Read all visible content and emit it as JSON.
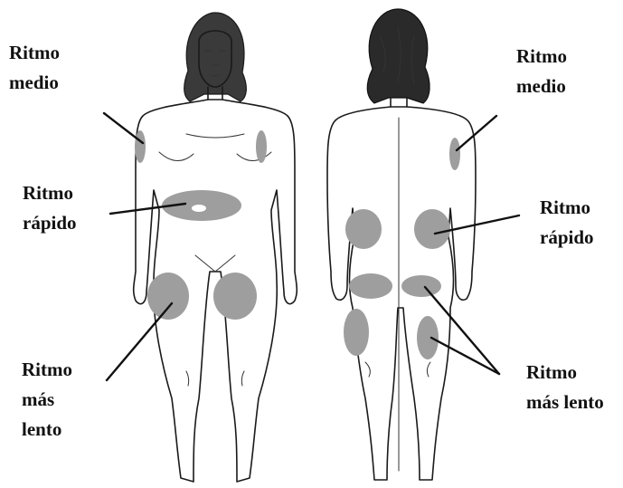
{
  "colors": {
    "zone_fill": "#9e9e9e",
    "ink": "#1a1a1a",
    "background": "#ffffff",
    "hair": "#2a2a2a"
  },
  "labels": {
    "front_medio": [
      "Ritmo",
      "medio"
    ],
    "front_rapido": [
      "Ritmo",
      "rápido"
    ],
    "front_lento": [
      "Ritmo",
      "más",
      "lento"
    ],
    "back_medio": [
      "Ritmo",
      "medio"
    ],
    "back_rapido": [
      "Ritmo",
      "rápido"
    ],
    "back_lento": [
      "Ritmo",
      "más lento"
    ]
  }
}
